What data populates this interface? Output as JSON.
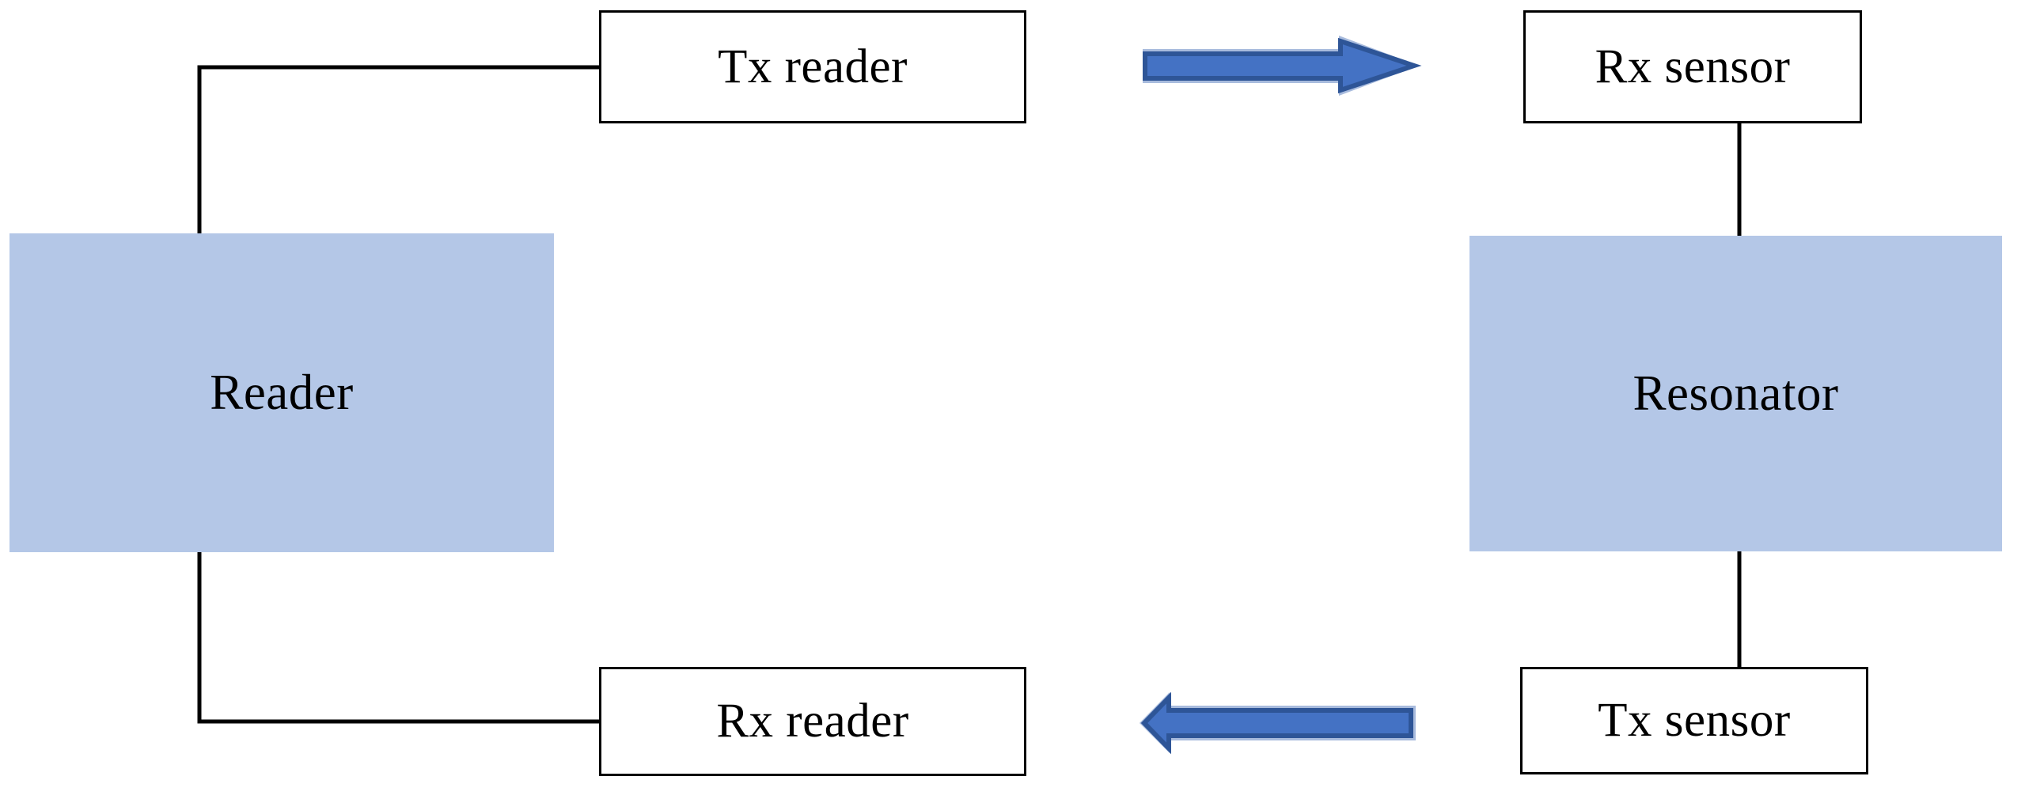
{
  "diagram": {
    "title": "Reader / Resonator block diagram",
    "background_color": "#ffffff",
    "line_color": "#000000",
    "fill_color": "#b4c7e7",
    "arrow_color": "#4472c4",
    "arrow_outline_color": "#2e5597",
    "arrow_halo_color": "#a8bbdd",
    "nodes": {
      "tx_reader": {
        "label": "Tx reader",
        "style": "outlined"
      },
      "rx_reader": {
        "label": "Rx reader",
        "style": "outlined"
      },
      "rx_sensor": {
        "label": "Rx sensor",
        "style": "outlined"
      },
      "tx_sensor": {
        "label": "Tx sensor",
        "style": "outlined"
      },
      "reader": {
        "label": "Reader",
        "style": "filled"
      },
      "resonator": {
        "label": "Resonator",
        "style": "filled"
      }
    },
    "arrows": [
      {
        "name": "tx-reader-to-rx-sensor",
        "direction": "right"
      },
      {
        "name": "tx-sensor-to-rx-reader",
        "direction": "left"
      }
    ],
    "connectors": [
      {
        "name": "reader-to-tx-reader"
      },
      {
        "name": "reader-to-rx-reader"
      },
      {
        "name": "rx-sensor-to-resonator"
      },
      {
        "name": "resonator-to-tx-sensor"
      }
    ]
  }
}
